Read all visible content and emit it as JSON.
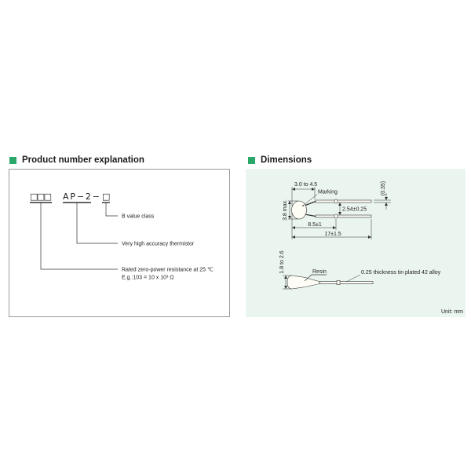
{
  "colors": {
    "accent": "#2aa86a",
    "panel_border": "#9a9a9a",
    "dimensions_panel_bg": "#ebf5ef",
    "line": "#333333"
  },
  "product_number": {
    "title": "Product number explanation",
    "code": {
      "resistance_boxes": "□□□",
      "series": "AP−2−",
      "b_value_box": "□"
    },
    "legend": {
      "b_value": "B value class",
      "accuracy": "Very high accuracy thermistor",
      "resistance": "Rated zero-power resistance at 25 ℃",
      "resistance_example": "E.g.:103 = 10 x 10³ Ω"
    }
  },
  "dimensions": {
    "title": "Dimensions",
    "side_view": {
      "head_length": "3.0 to 4.5",
      "marking": "Marking",
      "head_height": "3.8 max.",
      "lead_thickness": "(0.35)",
      "lead_pitch": "2.54±0.25",
      "bend_length": "8.5±1",
      "overall_length": "17±1.5"
    },
    "top_view": {
      "head_width": "1.8 to 2.6",
      "resin": "Resin",
      "lead_material": "0.25 thickness tin plated 42 alloy"
    },
    "unit": "Unit: mm"
  }
}
